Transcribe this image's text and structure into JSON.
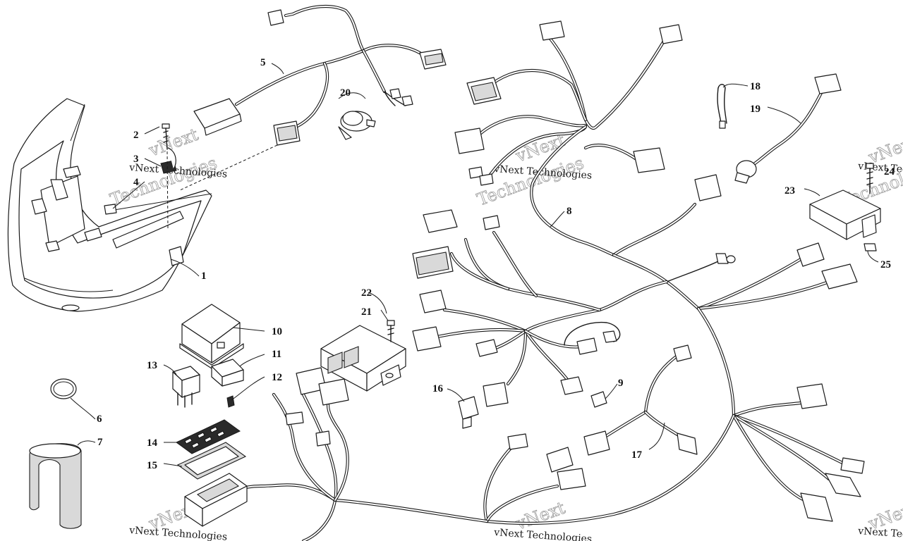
{
  "callouts": [
    {
      "id": "1",
      "text": "1"
    },
    {
      "id": "2",
      "text": "2"
    },
    {
      "id": "3",
      "text": "3"
    },
    {
      "id": "4",
      "text": "4"
    },
    {
      "id": "5",
      "text": "5"
    },
    {
      "id": "6",
      "text": "6"
    },
    {
      "id": "7",
      "text": "7"
    },
    {
      "id": "8",
      "text": "8"
    },
    {
      "id": "9",
      "text": "9"
    },
    {
      "id": "10",
      "text": "10"
    },
    {
      "id": "11",
      "text": "11"
    },
    {
      "id": "12",
      "text": "12"
    },
    {
      "id": "13",
      "text": "13"
    },
    {
      "id": "14",
      "text": "14"
    },
    {
      "id": "15",
      "text": "15"
    },
    {
      "id": "16",
      "text": "16"
    },
    {
      "id": "17",
      "text": "17"
    },
    {
      "id": "18",
      "text": "18"
    },
    {
      "id": "19",
      "text": "19"
    },
    {
      "id": "20",
      "text": "20"
    },
    {
      "id": "21",
      "text": "21"
    },
    {
      "id": "22",
      "text": "22"
    },
    {
      "id": "23",
      "text": "23"
    },
    {
      "id": "24",
      "text": "24"
    },
    {
      "id": "25",
      "text": "25"
    }
  ],
  "watermark": {
    "line1": "vNext",
    "line2": "Technologies",
    "caption": "vNext Technologies"
  }
}
